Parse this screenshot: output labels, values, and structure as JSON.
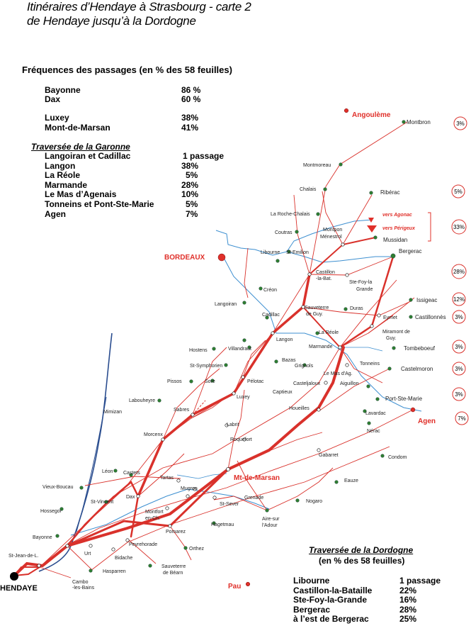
{
  "title": {
    "line1": "Itinéraires d’Hendaye à Strasbourg - carte 2",
    "line2": "de Hendaye jusqu’à la Dordogne"
  },
  "frequences": {
    "heading": "Fréquences des passages (en % des 58 feuilles)",
    "rows": [
      {
        "name": "Bayonne",
        "value": "86 %"
      },
      {
        "name": "Dax",
        "value": "60 %"
      },
      {
        "name": "Luxey",
        "value": "38%"
      },
      {
        "name": "Mont-de-Marsan",
        "value": "41%"
      }
    ]
  },
  "garonne": {
    "heading": "Traversée de la Garonne",
    "rows": [
      {
        "name": "Langoiran et Cadillac",
        "value": "1 passage"
      },
      {
        "name": "Langon",
        "value": "38%"
      },
      {
        "name": "La Réole",
        "value": "5%"
      },
      {
        "name": "Marmande",
        "value": "28%"
      },
      {
        "name": "Le Mas d’Agenais",
        "value": "10%"
      },
      {
        "name": "Tonneins et Pont-Ste-Marie",
        "value": "5%"
      },
      {
        "name": "Agen",
        "value": "7%"
      }
    ]
  },
  "dordogne": {
    "heading": "Traversée de la Dordogne",
    "subheading": "(en % des 58 feuilles)",
    "rows": [
      {
        "name": "Libourne",
        "value": "1 passage"
      },
      {
        "name": "Castillon-la-Bataille",
        "value": "22%"
      },
      {
        "name": "Ste-Foy-la-Grande",
        "value": "16%"
      },
      {
        "name": "Bergerac",
        "value": "28%"
      },
      {
        "name": "à l’est de Bergerac",
        "value": "25%"
      }
    ]
  },
  "map": {
    "colors": {
      "route": "#d9312b",
      "river": "#2a4d8f",
      "river_light": "#3d8fd0",
      "town": "#2e7d32",
      "town_red": "#e0302a"
    },
    "big_labels": {
      "hendaye": "HENDAYE",
      "bordeaux": "BORDEAUX",
      "agen": "Agen",
      "angouleme": "Angoulème",
      "pau": "Pau",
      "mont_de_marsan": "Mt-de-Marsan"
    },
    "labels": {
      "montbron": "Montbron",
      "montmoreau": "Montmoreau",
      "chalais": "Chalais",
      "riberac": "Ribérac",
      "roche_chalais": "La Roche-Chalais",
      "coutras": "Coutras",
      "montpon": "Montpon",
      "menestrol": "Ménestrol",
      "mussidan": "Mussidan",
      "libourne": "Libourne",
      "st_emilion": "St-Emilion",
      "castillon": "Castillon",
      "labat": "-la-Bat.",
      "bergerac": "Bergerac",
      "ste_foy": "Ste-Foy-la",
      "grande": "Grande",
      "creon": "Créon",
      "langoiran": "Langoiran",
      "sauveterre": "Sauveterre",
      "de_guy": "de Guy.",
      "duras": "Duras",
      "issigeac": "Issigeac",
      "eymet": "Eymet",
      "castillonnes": "Castillonnès",
      "cadillac": "Cadillac",
      "la_reole": "La Réole",
      "langon": "Langon",
      "miramont": "Miramont de",
      "miramont2": "Guy.",
      "marmande": "Marmande",
      "hostens": "Hostens",
      "villandraut": "Villandraut",
      "tombeboeuf": "Tombeboeuf",
      "st_symphorien": "St-Symphorien",
      "bazas": "Bazas",
      "grignols": "Grignols",
      "tonneins": "Tonneins",
      "castelmoron": "Castelmoron",
      "sore": "Sore",
      "pissos": "Pissos",
      "pelotac": "Pélotac",
      "casteljaloux": "Casteljaloux",
      "mas_ag": "Le Mas d'Ag.",
      "aiguillon": "Aiguillon",
      "captieux": "Captieux",
      "labouheyre": "Labouheyre",
      "luxey": "Luxey",
      "mimizan": "Mimizan",
      "sabres": "Sabres",
      "houeilles": "Houeilles",
      "lavardac": "Lavardac",
      "port_ste_marie": "Port-Ste-Marie",
      "labrit": "Labrit",
      "nerac": "Nérac",
      "roquefort": "Roquefort",
      "morcenx": "Morcenx",
      "condom": "Condom",
      "gabarret": "Gabarret",
      "leon": "Léon",
      "castets": "Castets",
      "vieux_boucau": "Vieux-Boucau",
      "tartas": "Tartas",
      "mugron": "Mugron",
      "eauze": "Eauze",
      "dax": "Dax",
      "st_vincent": "St-Vincent",
      "grenade": "Grenade",
      "nogaro": "Nogaro",
      "hossegor": "Hossegor",
      "montfort": "Montfort",
      "montfort2": "en-Ch.",
      "st_sever": "St-Sever",
      "hagetmau": "Hagetmau",
      "aire": "Aire-sur",
      "aire2": "l'Adour",
      "bayonne": "Bayonne",
      "pomarez": "Pomarez",
      "peyrehorade": "Peyrehorade",
      "urt": "Urt",
      "orthez": "Orthez",
      "st_jean": "St-Jean-de-L.",
      "bidache": "Bidache",
      "hasparren": "Hasparren",
      "sauveterre_bearn": "Sauveterre",
      "de_bearn": "de Béarn",
      "cambo": "Cambo",
      "les_bains": "-les-Bains"
    },
    "arrow_labels": {
      "agonac": "vers Agonac",
      "perigueux": "vers Périgeux"
    },
    "circles": [
      {
        "label": "3%"
      },
      {
        "label": "5%"
      },
      {
        "label": "33%"
      },
      {
        "label": "28%"
      },
      {
        "label": "12%"
      },
      {
        "label": "3%"
      },
      {
        "label": "3%"
      },
      {
        "label": "3%"
      },
      {
        "label": "3%"
      },
      {
        "label": "7%"
      }
    ]
  }
}
